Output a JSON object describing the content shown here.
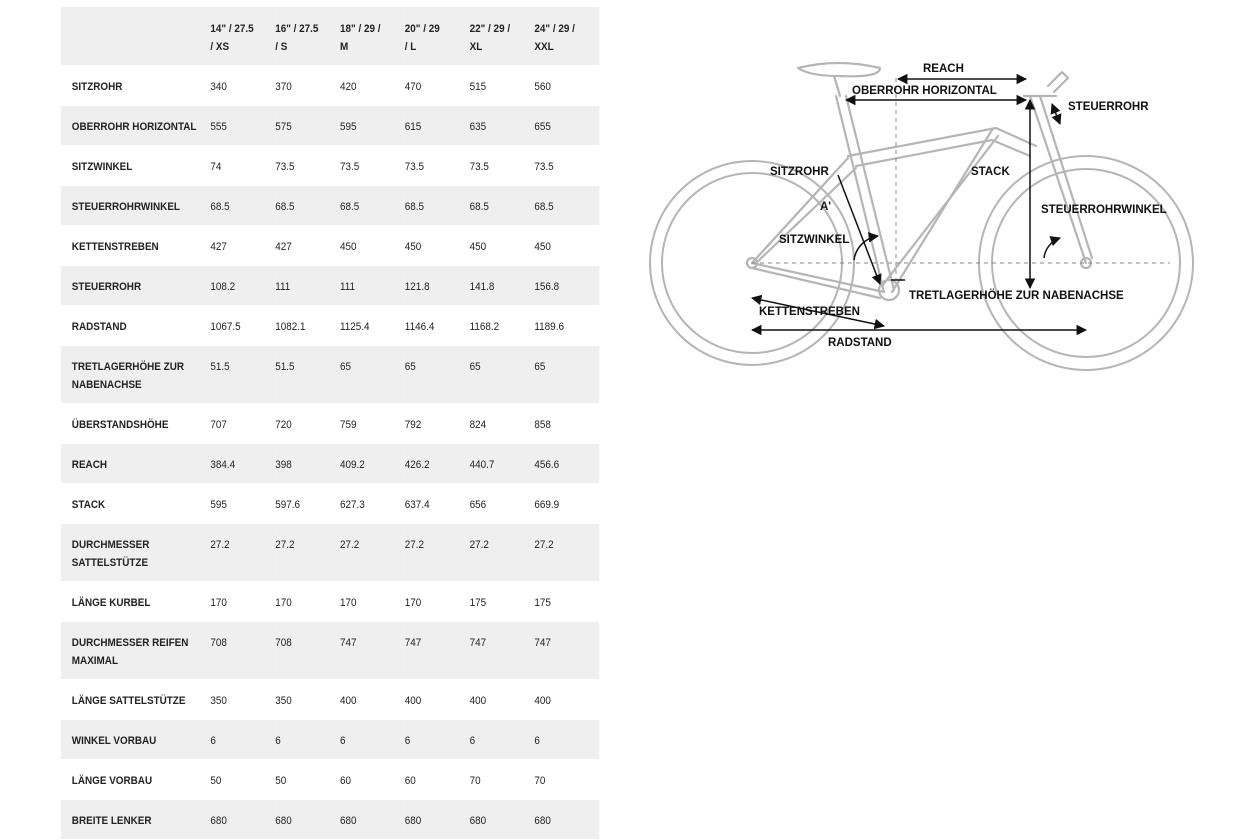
{
  "table": {
    "sizes": [
      [
        "14\" / 27.5",
        "/ XS"
      ],
      [
        "16\" / 27.5",
        "/ S"
      ],
      [
        "18\" / 29 /",
        "M"
      ],
      [
        "20\" / 29",
        "/ L"
      ],
      [
        "22\" / 29 /",
        "XL"
      ],
      [
        "24\" / 29 /",
        "XXL"
      ]
    ],
    "rows": [
      {
        "label": [
          "SITZROHR"
        ],
        "values": [
          "340",
          "370",
          "420",
          "470",
          "515",
          "560"
        ]
      },
      {
        "label": [
          "OBERROHR HORIZONTAL"
        ],
        "values": [
          "555",
          "575",
          "595",
          "615",
          "635",
          "655"
        ]
      },
      {
        "label": [
          "SITZWINKEL"
        ],
        "values": [
          "74",
          "73.5",
          "73.5",
          "73.5",
          "73.5",
          "73.5"
        ]
      },
      {
        "label": [
          "STEUERROHRWINKEL"
        ],
        "values": [
          "68.5",
          "68.5",
          "68.5",
          "68.5",
          "68.5",
          "68.5"
        ]
      },
      {
        "label": [
          "KETTENSTREBEN"
        ],
        "values": [
          "427",
          "427",
          "450",
          "450",
          "450",
          "450"
        ]
      },
      {
        "label": [
          "STEUERROHR"
        ],
        "values": [
          "108.2",
          "111",
          "111",
          "121.8",
          "141.8",
          "156.8"
        ]
      },
      {
        "label": [
          "RADSTAND"
        ],
        "values": [
          "1067.5",
          "1082.1",
          "1125.4",
          "1146.4",
          "1168.2",
          "1189.6"
        ]
      },
      {
        "label": [
          "TRETLAGERHÖHE ZUR",
          "NABENACHSE"
        ],
        "values": [
          "51.5",
          "51.5",
          "65",
          "65",
          "65",
          "65"
        ]
      },
      {
        "label": [
          "ÜBERSTANDSHÖHE"
        ],
        "values": [
          "707",
          "720",
          "759",
          "792",
          "824",
          "858"
        ]
      },
      {
        "label": [
          "REACH"
        ],
        "values": [
          "384.4",
          "398",
          "409.2",
          "426.2",
          "440.7",
          "456.6"
        ]
      },
      {
        "label": [
          "STACK"
        ],
        "values": [
          "595",
          "597.6",
          "627.3",
          "637.4",
          "656",
          "669.9"
        ]
      },
      {
        "label": [
          "DURCHMESSER",
          "SATTELSTÜTZE"
        ],
        "values": [
          "27.2",
          "27.2",
          "27.2",
          "27.2",
          "27.2",
          "27.2"
        ]
      },
      {
        "label": [
          "LÄNGE KURBEL"
        ],
        "values": [
          "170",
          "170",
          "170",
          "170",
          "175",
          "175"
        ]
      },
      {
        "label": [
          "DURCHMESSER REIFEN",
          "MAXIMAL"
        ],
        "values": [
          "708",
          "708",
          "747",
          "747",
          "747",
          "747"
        ]
      },
      {
        "label": [
          "LÄNGE SATTELSTÜTZE"
        ],
        "values": [
          "350",
          "350",
          "400",
          "400",
          "400",
          "400"
        ]
      },
      {
        "label": [
          "WINKEL VORBAU"
        ],
        "values": [
          "6",
          "6",
          "6",
          "6",
          "6",
          "6"
        ]
      },
      {
        "label": [
          "LÄNGE VORBAU"
        ],
        "values": [
          "50",
          "50",
          "60",
          "60",
          "70",
          "70"
        ]
      },
      {
        "label": [
          "BREITE LENKER"
        ],
        "values": [
          "680",
          "680",
          "680",
          "680",
          "680",
          "680"
        ]
      }
    ]
  },
  "diagram": {
    "labels": {
      "reach": "REACH",
      "oberrohr": "OBERROHR HORIZONTAL",
      "steuerrohr": "STEUERROHR",
      "sitzrohr": "SITZROHR",
      "stack": "STACK",
      "a_mark": "A'",
      "steuerrohrwinkel": "STEUERROHRWINKEL",
      "sitzwinkel": "SITZWINKEL",
      "tretlager": "TRETLAGERHÖHE ZUR NABENACHSE",
      "kettenstreben": "KETTENSTREBEN",
      "radstand": "RADSTAND"
    },
    "colors": {
      "frame": "#b5b5b5",
      "dimension": "#111111"
    }
  }
}
